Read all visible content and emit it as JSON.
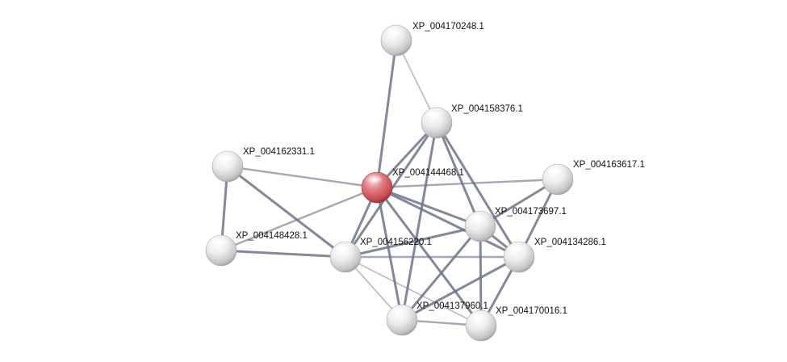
{
  "network": {
    "nodes": [
      {
        "id": "XP_004170248.1",
        "label": "XP_004170248.1",
        "query": false
      },
      {
        "id": "XP_004158376.1",
        "label": "XP_004158376.1",
        "query": false
      },
      {
        "id": "XP_004162331.1",
        "label": "XP_004162331.1",
        "query": false
      },
      {
        "id": "XP_004144468.1",
        "label": "XP_004144468.1",
        "query": true
      },
      {
        "id": "XP_004163617.1",
        "label": "XP_004163617.1",
        "query": false
      },
      {
        "id": "XP_004173697.1",
        "label": "XP_004173697.1",
        "query": false
      },
      {
        "id": "XP_004148428.1",
        "label": "XP_004148428.1",
        "query": false
      },
      {
        "id": "XP_004156220.1",
        "label": "XP_004156220.1",
        "query": false
      },
      {
        "id": "XP_004134286.1",
        "label": "XP_004134286.1",
        "query": false
      },
      {
        "id": "XP_004137960.1",
        "label": "XP_004137960.1",
        "query": false
      },
      {
        "id": "XP_004170016.1",
        "label": "XP_004170016.1",
        "query": false
      }
    ],
    "edges": [
      {
        "source": "XP_004170248.1",
        "target": "XP_004144468.1",
        "weight": "strong"
      },
      {
        "source": "XP_004170248.1",
        "target": "XP_004158376.1",
        "weight": "weak"
      },
      {
        "source": "XP_004158376.1",
        "target": "XP_004144468.1",
        "weight": "strong"
      },
      {
        "source": "XP_004158376.1",
        "target": "XP_004156220.1",
        "weight": "strong"
      },
      {
        "source": "XP_004158376.1",
        "target": "XP_004173697.1",
        "weight": "strong"
      },
      {
        "source": "XP_004158376.1",
        "target": "XP_004134286.1",
        "weight": "strong"
      },
      {
        "source": "XP_004158376.1",
        "target": "XP_004137960.1",
        "weight": "strong"
      },
      {
        "source": "XP_004162331.1",
        "target": "XP_004144468.1",
        "weight": "medium"
      },
      {
        "source": "XP_004162331.1",
        "target": "XP_004148428.1",
        "weight": "strong"
      },
      {
        "source": "XP_004162331.1",
        "target": "XP_004156220.1",
        "weight": "strong"
      },
      {
        "source": "XP_004148428.1",
        "target": "XP_004144468.1",
        "weight": "medium"
      },
      {
        "source": "XP_004148428.1",
        "target": "XP_004156220.1",
        "weight": "strong"
      },
      {
        "source": "XP_004144468.1",
        "target": "XP_004163617.1",
        "weight": "medium"
      },
      {
        "source": "XP_004144468.1",
        "target": "XP_004173697.1",
        "weight": "strong"
      },
      {
        "source": "XP_004144468.1",
        "target": "XP_004156220.1",
        "weight": "strong"
      },
      {
        "source": "XP_004144468.1",
        "target": "XP_004134286.1",
        "weight": "strong"
      },
      {
        "source": "XP_004144468.1",
        "target": "XP_004137960.1",
        "weight": "strong"
      },
      {
        "source": "XP_004144468.1",
        "target": "XP_004170016.1",
        "weight": "strong"
      },
      {
        "source": "XP_004163617.1",
        "target": "XP_004173697.1",
        "weight": "strong"
      },
      {
        "source": "XP_004163617.1",
        "target": "XP_004134286.1",
        "weight": "strong"
      },
      {
        "source": "XP_004156220.1",
        "target": "XP_004173697.1",
        "weight": "strong"
      },
      {
        "source": "XP_004156220.1",
        "target": "XP_004134286.1",
        "weight": "medium"
      },
      {
        "source": "XP_004156220.1",
        "target": "XP_004137960.1",
        "weight": "weak"
      },
      {
        "source": "XP_004156220.1",
        "target": "XP_004170016.1",
        "weight": "weak"
      },
      {
        "source": "XP_004173697.1",
        "target": "XP_004134286.1",
        "weight": "strong"
      },
      {
        "source": "XP_004173697.1",
        "target": "XP_004137960.1",
        "weight": "strong"
      },
      {
        "source": "XP_004173697.1",
        "target": "XP_004170016.1",
        "weight": "strong"
      },
      {
        "source": "XP_004134286.1",
        "target": "XP_004137960.1",
        "weight": "strong"
      },
      {
        "source": "XP_004134286.1",
        "target": "XP_004170016.1",
        "weight": "strong"
      },
      {
        "source": "XP_004137960.1",
        "target": "XP_004170016.1",
        "weight": "medium"
      }
    ]
  },
  "colors": {
    "query_node": "#d9646b",
    "node": "#e4e4e4",
    "edge": "#6d7388",
    "label": "#111111"
  }
}
